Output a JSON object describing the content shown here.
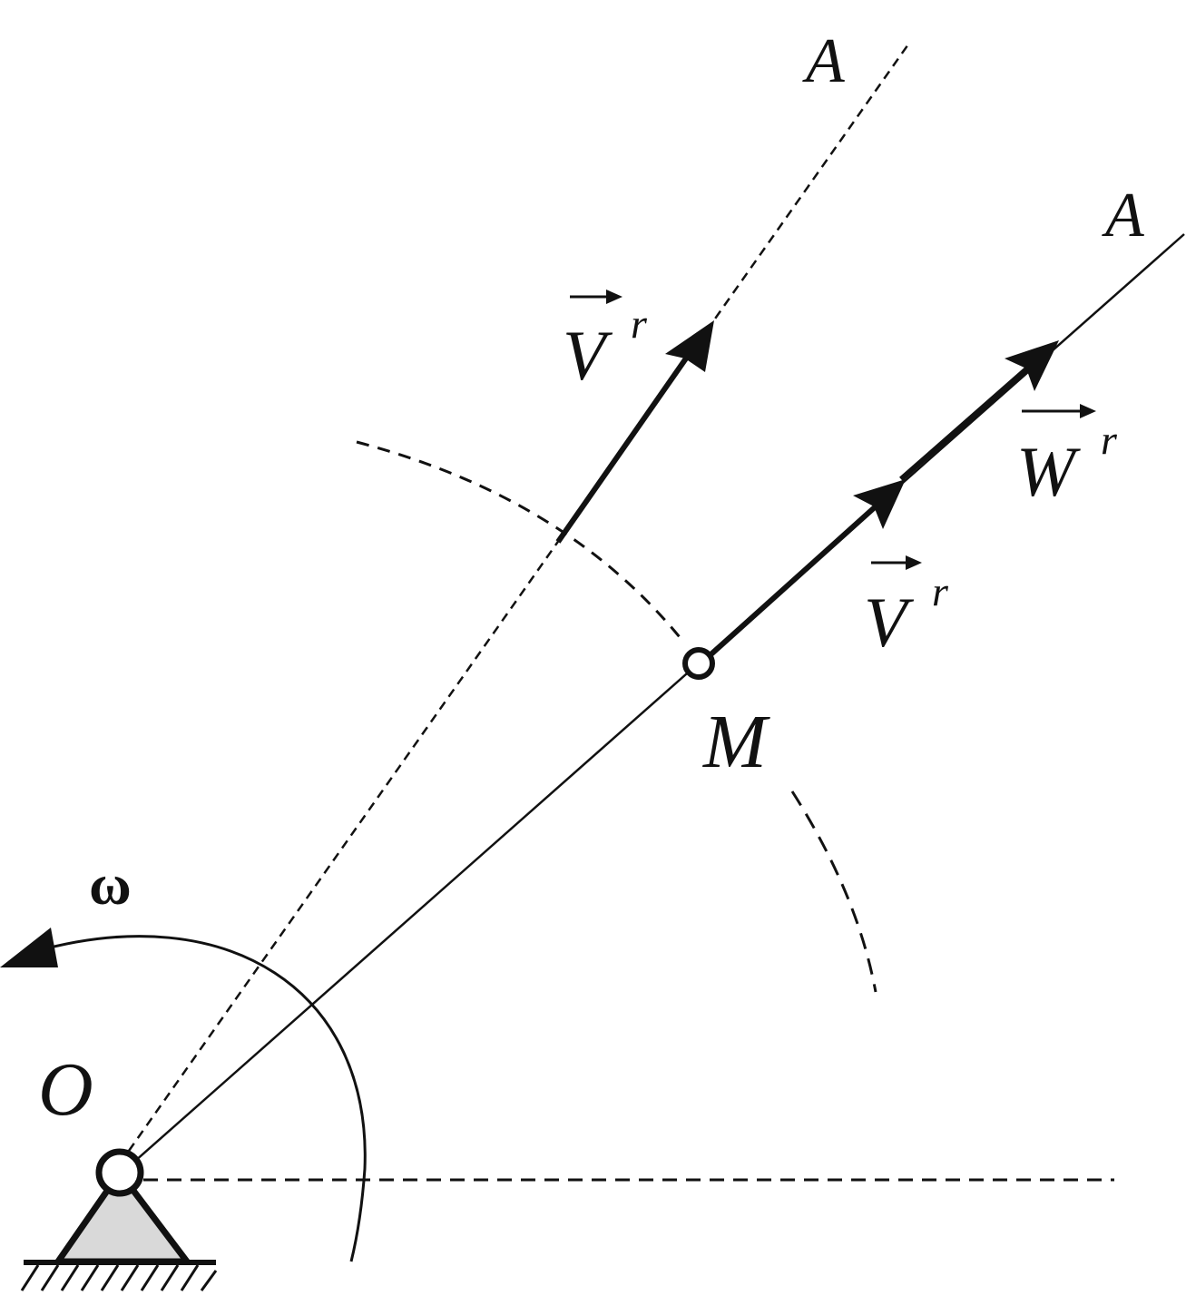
{
  "labels": {
    "a_dashed": "A",
    "a_solid": "A",
    "vr_upper_main": "V",
    "vr_upper_sup": "r",
    "vr_lower_main": "V",
    "vr_lower_sup": "r",
    "wr_main": "W",
    "wr_sup": "r",
    "m": "M",
    "o": "O",
    "omega": "ω"
  },
  "colors": {
    "ink": "#111111",
    "support_fill": "#d9d9d9"
  },
  "icons": {
    "pivot": "pivot-joint-icon",
    "slider": "slider-point-icon",
    "support": "fixed-support-icon",
    "rotation": "rotation-arrow-icon"
  }
}
